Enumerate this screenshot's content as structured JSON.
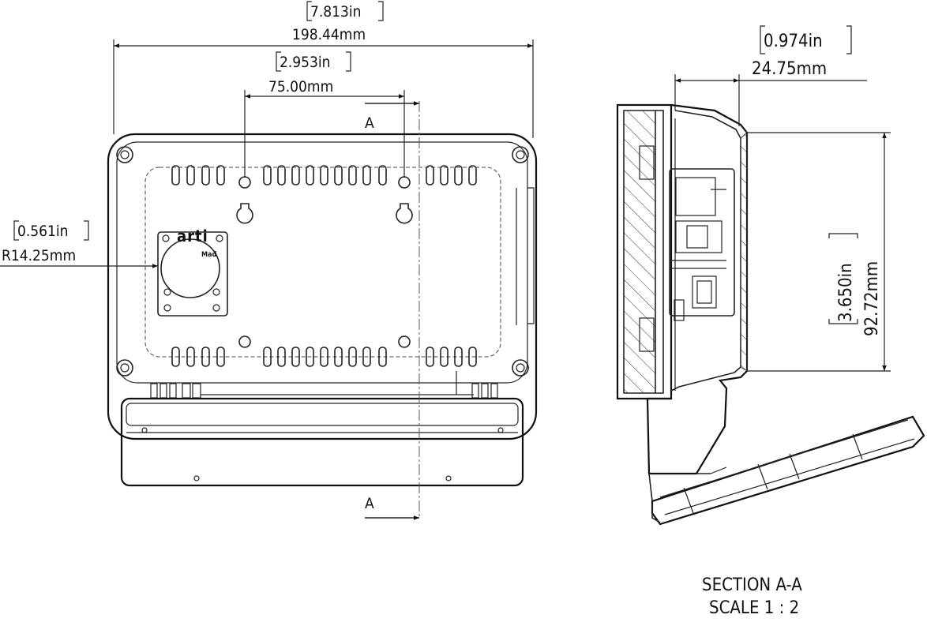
{
  "dimensions": {
    "overall_width": {
      "inch": "7.813in",
      "mm": "198.44mm"
    },
    "hole_spacing": {
      "inch": "2.953in",
      "mm": "75.00mm"
    },
    "radius": {
      "inch": "0.561in",
      "mm": "R14.25mm"
    },
    "depth": {
      "inch": "0.974in",
      "mm": "24.75mm"
    },
    "height": {
      "inch": "3.650in",
      "mm": "92.72mm"
    }
  },
  "section_marks": {
    "top": "A",
    "bottom": "A"
  },
  "logo": {
    "main": "arti",
    "sub": "Mad"
  },
  "section_title": "SECTION A-A",
  "section_scale": "SCALE 1 : 2"
}
